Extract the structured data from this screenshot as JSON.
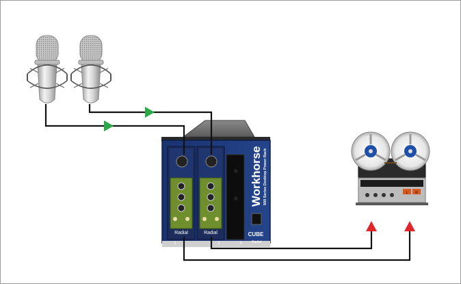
{
  "rack": {
    "brand": "Workhorse",
    "subtitle": "500 Series Desktop Power Rack",
    "model": "CUBE",
    "maker_logo": "Radial",
    "slot_numbers": [
      "1",
      "2",
      "3"
    ]
  },
  "modules": [
    {
      "name": "Radial"
    },
    {
      "name": "Radial"
    }
  ],
  "recorder": {
    "vu_labels": [
      "L",
      "R"
    ]
  },
  "colors": {
    "signal_arrow_in": "#2aa84a",
    "signal_arrow_out": "#e0262a",
    "cable": "#111111",
    "rack_blue": "#1e3a7a",
    "module_green": "#6f8f2f"
  }
}
